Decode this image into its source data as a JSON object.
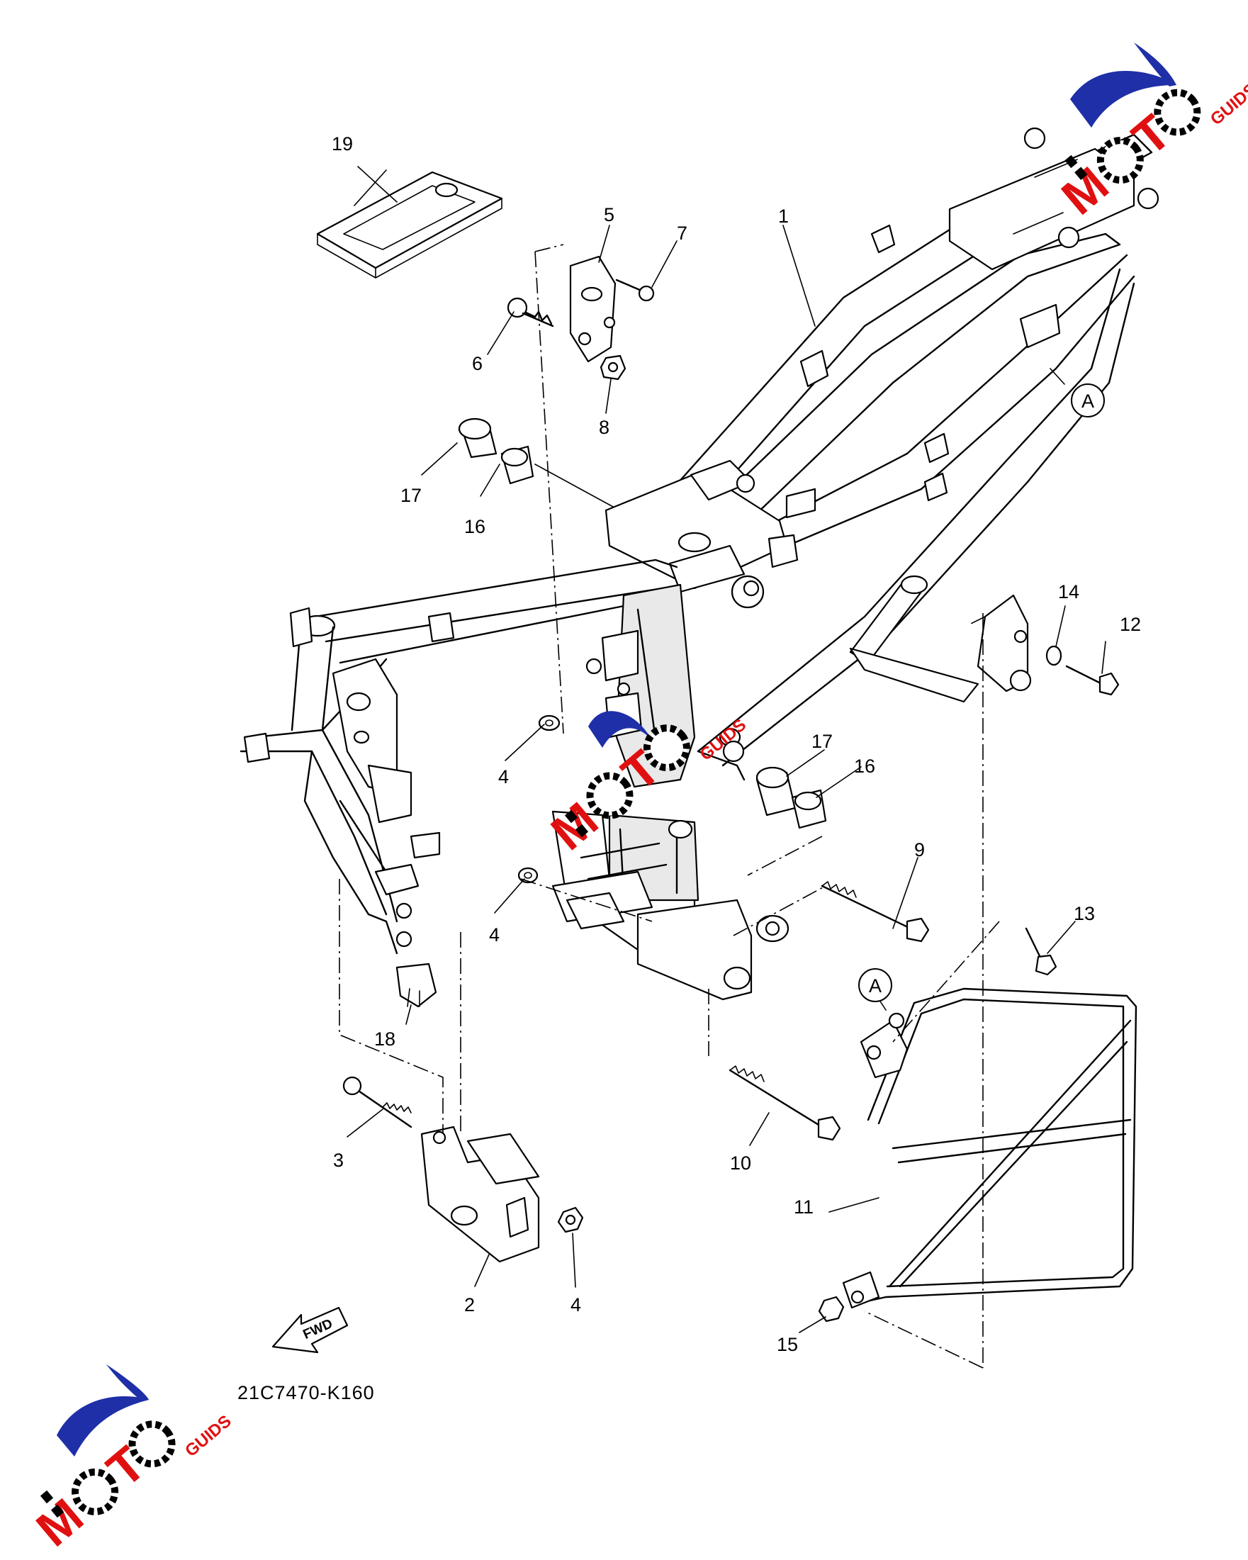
{
  "diagram": {
    "part_code": "21C7470-K160",
    "fwd_label": "FWD",
    "reference_marker": "A",
    "callouts": [
      "1",
      "2",
      "3",
      "4",
      "4",
      "4",
      "5",
      "6",
      "7",
      "8",
      "9",
      "10",
      "11",
      "12",
      "13",
      "14",
      "15",
      "16",
      "16",
      "17",
      "17",
      "18",
      "19"
    ]
  },
  "watermark": {
    "letters": [
      "M",
      "O",
      "T",
      "O"
    ],
    "suffix": "GUIDS",
    "colors": {
      "swoosh": "#1f2fa8",
      "gear": "#000000",
      "accent": "#e01010"
    }
  }
}
